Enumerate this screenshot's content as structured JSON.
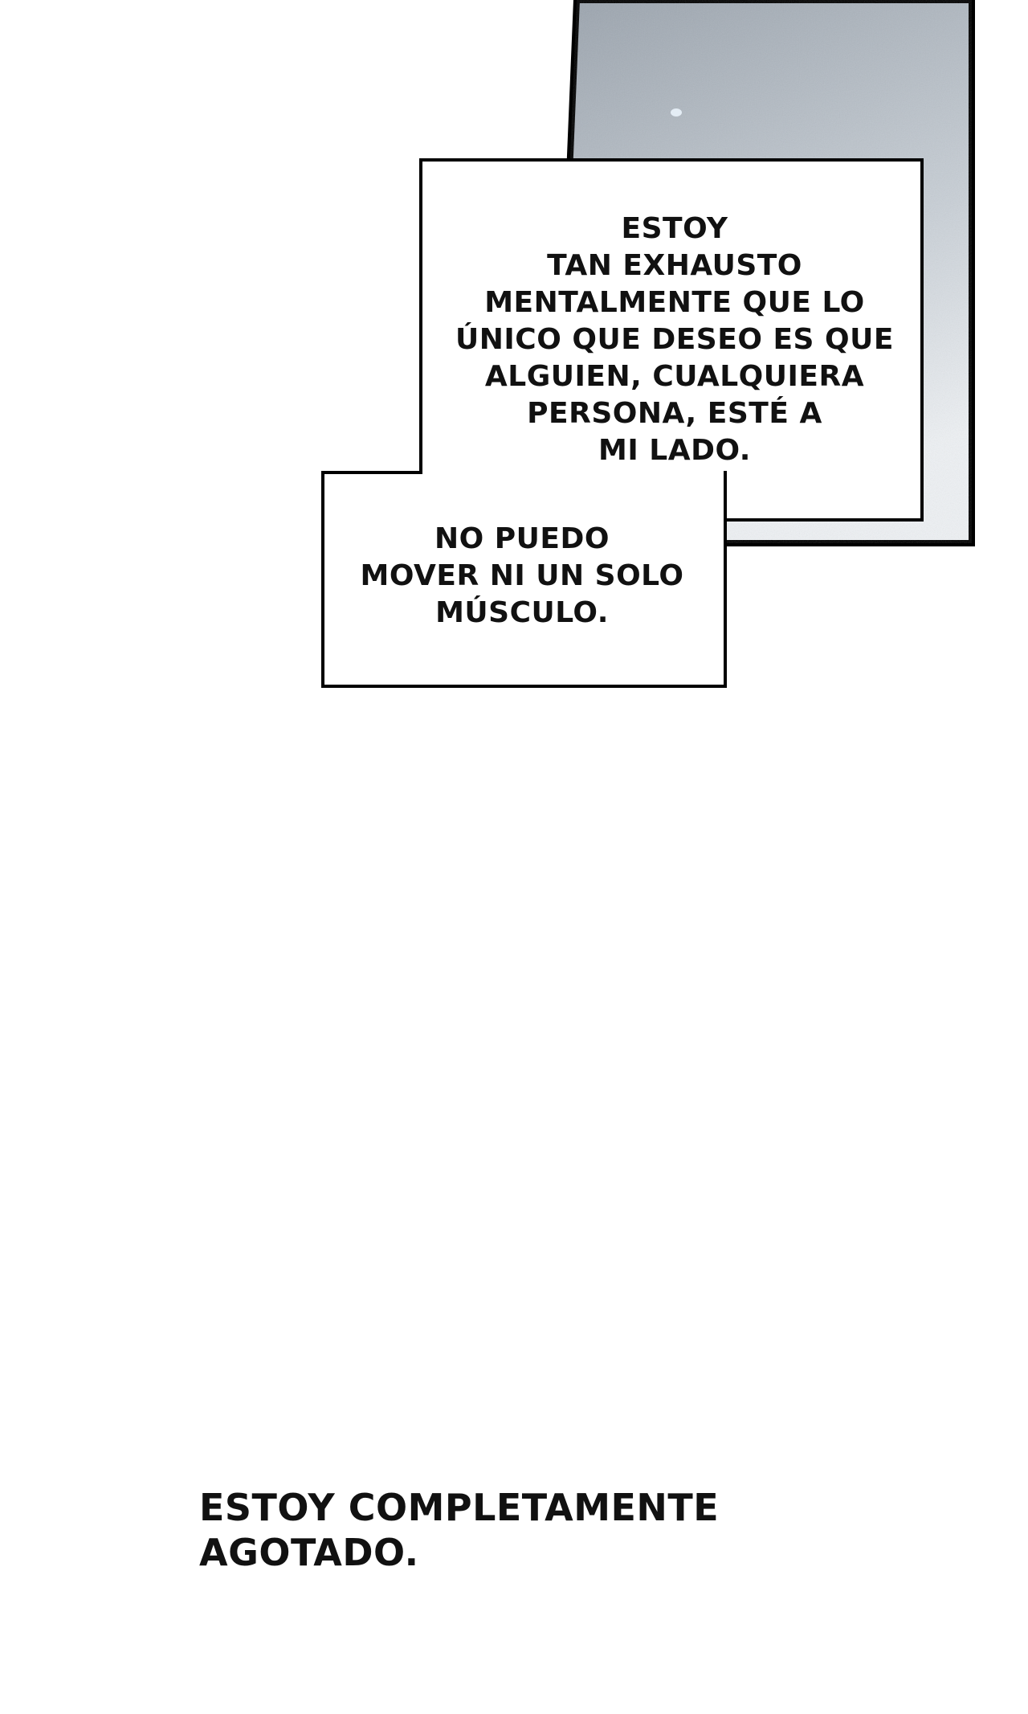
{
  "narration": {
    "main_text": "ESTOY\nTAN EXHAUSTO\nMENTALMENTE QUE LO\nÚNICO QUE DESEO ES QUE\nALGUIEN, CUALQUIERA\nPERSONA, ESTÉ A\nMI LADO.",
    "secondary_text": "NO PUEDO\nMOVER NI UN SOLO\nMÚSCULO."
  },
  "caption": {
    "text": "ESTOY COMPLETAMENTE AGOTADO."
  },
  "colors": {
    "panel_top": "#9aa3ad",
    "panel_bottom": "#e9edf1",
    "border": "#000000",
    "text": "#111111"
  }
}
